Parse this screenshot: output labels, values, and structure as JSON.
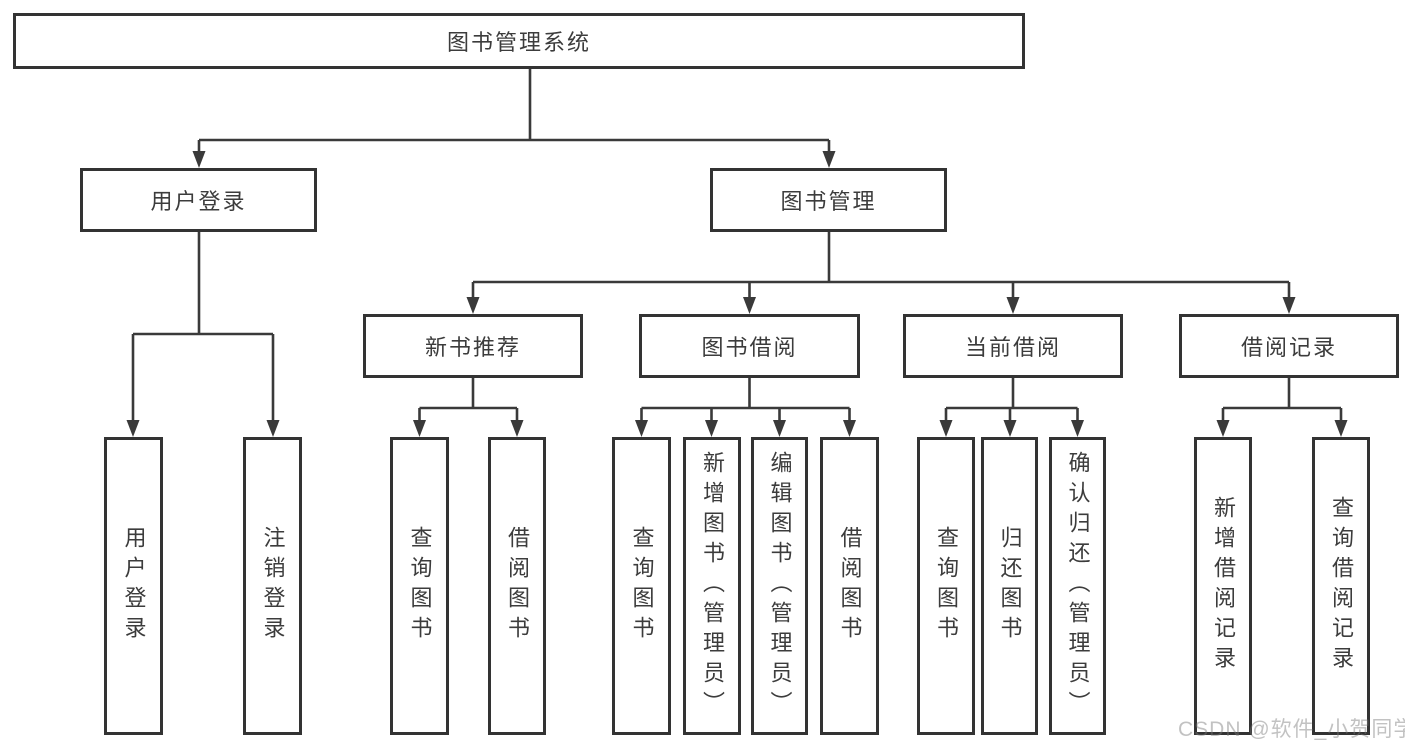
{
  "watermark": "CSDN @软件_小贺同学",
  "colors": {
    "line": "#3a3a3a",
    "box_border": "#333333",
    "text": "#3c3c3c",
    "watermark": "#b9b9b9",
    "background": "#ffffff"
  },
  "tree": {
    "label": "图书管理系统",
    "children": [
      {
        "label": "用户登录",
        "children": [
          {
            "label": "用户登录"
          },
          {
            "label": "注销登录"
          }
        ]
      },
      {
        "label": "图书管理",
        "children": [
          {
            "label": "新书推荐",
            "children": [
              {
                "label": "查询图书"
              },
              {
                "label": "借阅图书"
              }
            ]
          },
          {
            "label": "图书借阅",
            "children": [
              {
                "label": "查询图书"
              },
              {
                "label": "新增图书（管理员）"
              },
              {
                "label": "编辑图书（管理员）"
              },
              {
                "label": "借阅图书"
              }
            ]
          },
          {
            "label": "当前借阅",
            "children": [
              {
                "label": "查询图书"
              },
              {
                "label": "归还图书"
              },
              {
                "label": "确认归还（管理员）"
              }
            ]
          },
          {
            "label": "借阅记录",
            "children": [
              {
                "label": "新增借阅记录"
              },
              {
                "label": "查询借阅记录"
              }
            ]
          }
        ]
      }
    ]
  }
}
